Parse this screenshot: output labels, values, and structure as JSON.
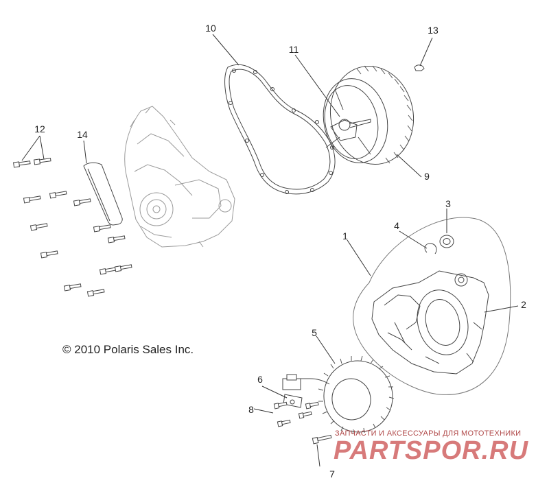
{
  "diagram": {
    "copyright": "© 2010 Polaris Sales Inc.",
    "watermark_tagline": "ЗАПЧАСТИ И АКСЕССУАРЫ ДЛЯ МОТОТЕХНИКИ",
    "watermark_brand": "PARTSPOR.RU",
    "watermark_color": "#d77a7a",
    "callouts": {
      "c1": "1",
      "c2": "2",
      "c3": "3",
      "c4": "4",
      "c5": "5",
      "c6": "6",
      "c7": "7",
      "c8": "8",
      "c9": "9",
      "c10": "10",
      "c11": "11",
      "c12": "12",
      "c13": "13",
      "c14": "14"
    }
  }
}
